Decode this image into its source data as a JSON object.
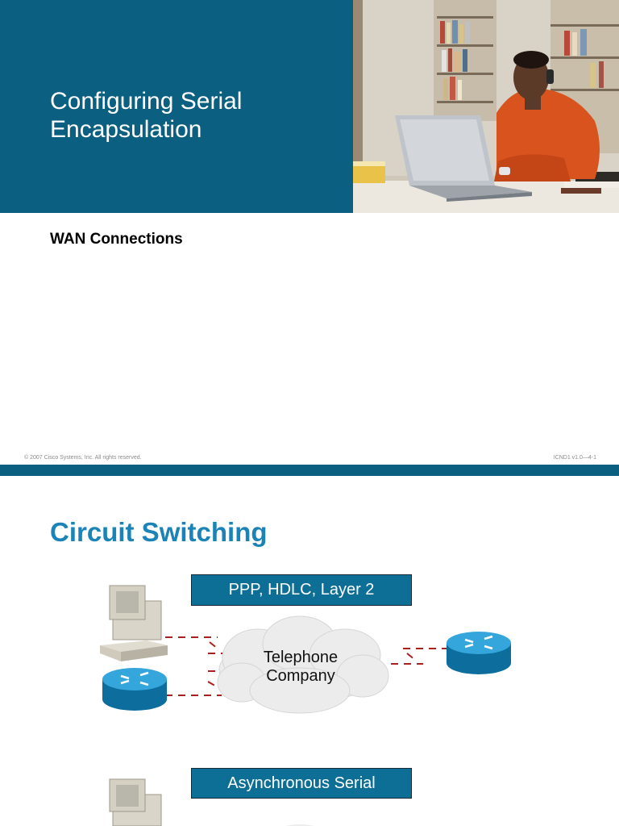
{
  "slide1": {
    "title_line1": "Configuring Serial",
    "title_line2": "Encapsulation",
    "subtitle": "WAN Connections",
    "footer_left": "© 2007 Cisco Systems, Inc. All rights reserved.",
    "footer_right": "ICND1 v1.0—4-1",
    "colors": {
      "panel": "#0b5f80",
      "bar": "#0b5f80"
    }
  },
  "slide2": {
    "title": "Circuit Switching",
    "box1_label": "PPP, HDLC, Layer 2",
    "cloud_line1": "Telephone",
    "cloud_line2": "Company",
    "box2_label": "Asynchronous Serial",
    "colors": {
      "title": "#1b83b8",
      "box": "#0e6f96",
      "router": "#1a8fc2",
      "link": "#a82020"
    }
  },
  "icons": [
    "photo-student-laptop",
    "computer-icon",
    "router-icon",
    "cloud-icon"
  ]
}
